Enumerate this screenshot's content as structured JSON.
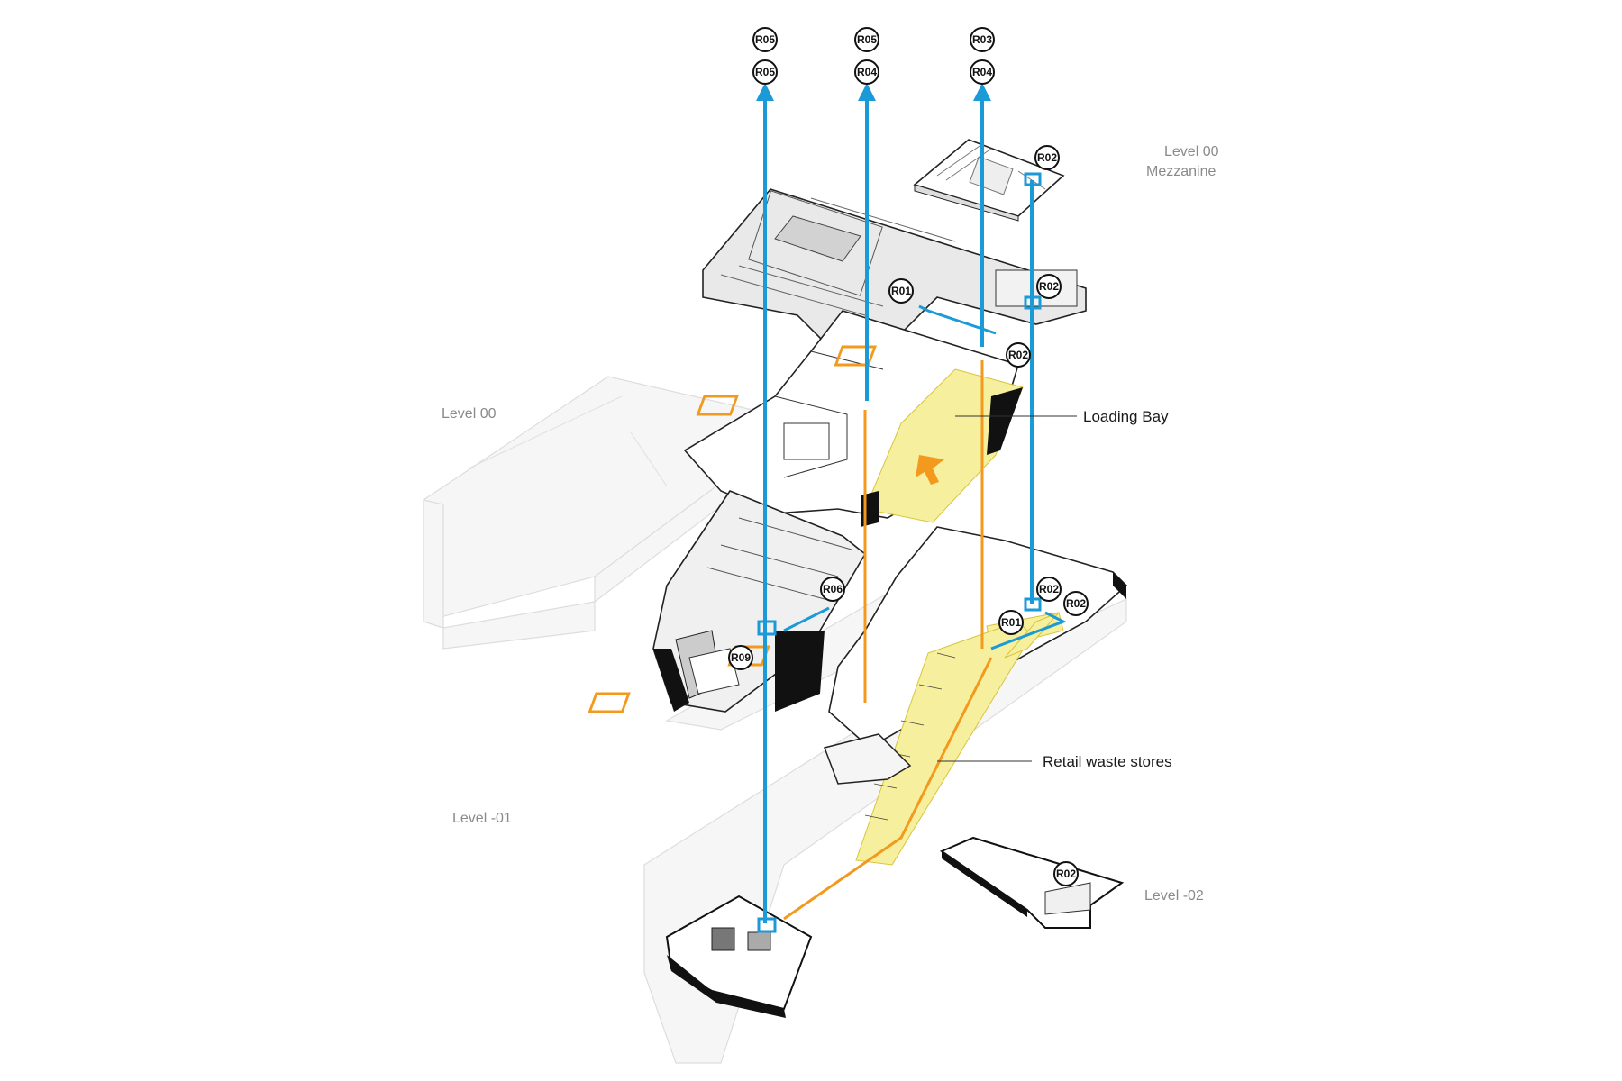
{
  "levels": {
    "mezzanine_line1": "Level 00",
    "mezzanine_line2": "Mezzanine",
    "level_00": "Level 00",
    "level_m01": "Level -01",
    "level_m02": "Level -02"
  },
  "callouts": {
    "loading_bay": "Loading Bay",
    "retail_waste": "Retail waste stores"
  },
  "route_tops": {
    "col1_top": "R05",
    "col1_bottom": "R05",
    "col2_top": "R05",
    "col2_bottom": "R04",
    "col3_top": "R03",
    "col3_bottom": "R04"
  },
  "badges": {
    "r02_mezz": "R02",
    "r01_l00": "R01",
    "r02_l00_right": "R02",
    "r02_l00_mid": "R02",
    "r06": "R06",
    "r09": "R09",
    "r02_m01_a": "R02",
    "r02_m01_b": "R02",
    "r01_m01": "R01",
    "r02_m02": "R02"
  },
  "colors": {
    "blue_route": "#1a9ad6",
    "orange_route": "#f39a1e",
    "yellow_zone": "#f6ef9d",
    "level_text": "#8a8a8a"
  }
}
